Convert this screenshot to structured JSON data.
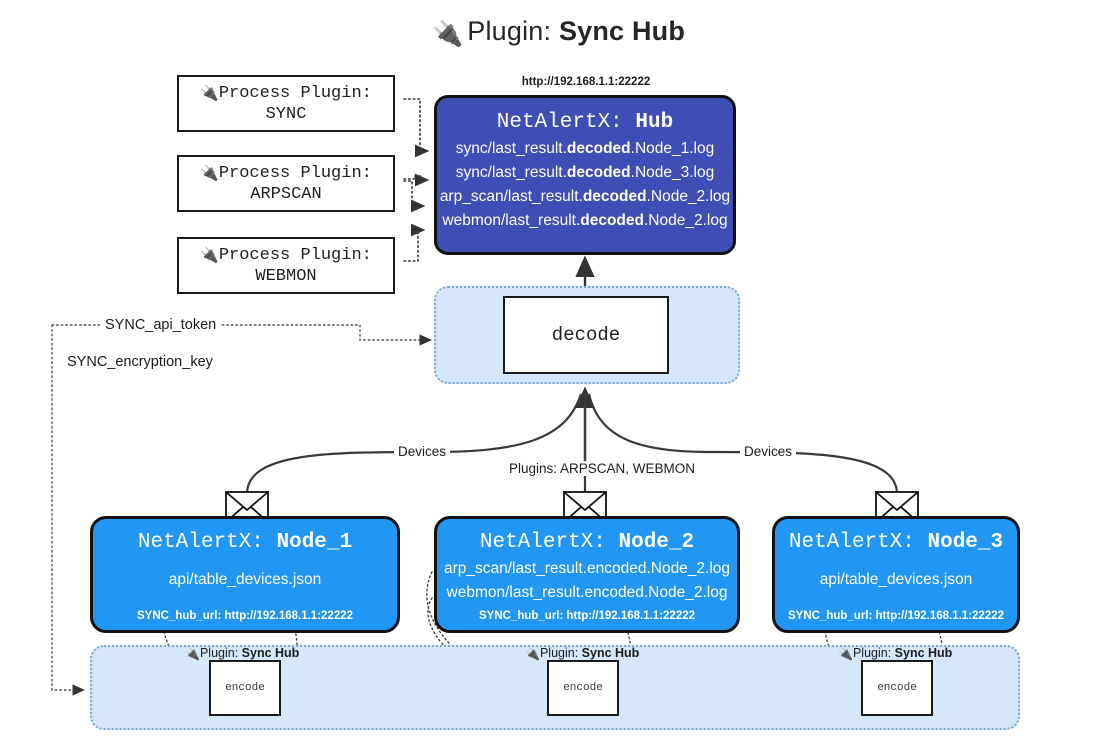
{
  "title": {
    "icon": "electric-plug",
    "prefix": "Plugin:",
    "name": "Sync Hub"
  },
  "process_plugins": [
    {
      "line1": "Process Plugin:",
      "line2": "SYNC"
    },
    {
      "line1": "Process Plugin:",
      "line2": "ARPSCAN"
    },
    {
      "line1": "Process Plugin:",
      "line2": "WEBMON"
    }
  ],
  "hub": {
    "url": "http://192.168.1.1:22222",
    "app": "NetAlertX:",
    "name": "Hub",
    "logs": [
      {
        "pre": "sync/last_result.",
        "mid": "decoded",
        "post": ".Node_1.log"
      },
      {
        "pre": "sync/last_result.",
        "mid": "decoded",
        "post": ".Node_3.log"
      },
      {
        "pre": "arp_scan/last_result.",
        "mid": "decoded",
        "post": ".Node_2.log"
      },
      {
        "pre": "webmon/last_result.",
        "mid": "decoded",
        "post": ".Node_2.log"
      }
    ]
  },
  "decode": {
    "label": "decode"
  },
  "keys": {
    "api_token": "SYNC_api_token",
    "encryption_key": "SYNC_encryption_key"
  },
  "edges": {
    "devices_left": "Devices",
    "devices_right": "Devices",
    "plugins": "Plugins: ARPSCAN, WEBMON"
  },
  "nodes": [
    {
      "app": "NetAlertX:",
      "name": "Node_1",
      "lines": [
        "api/table_devices.json"
      ],
      "hub_url": "SYNC_hub_url: http://192.168.1.1:22222",
      "icon": "envelope"
    },
    {
      "app": "NetAlertX:",
      "name": "Node_2",
      "lines": [
        "arp_scan/last_result.encoded.Node_2.log",
        "webmon/last_result.encoded.Node_2.log"
      ],
      "hub_url": "SYNC_hub_url: http://192.168.1.1:22222",
      "icon": "envelope"
    },
    {
      "app": "NetAlertX:",
      "name": "Node_3",
      "lines": [
        "api/table_devices.json"
      ],
      "hub_url": "SYNC_hub_url: http://192.168.1.1:22222",
      "icon": "envelope"
    }
  ],
  "encode_strip": [
    {
      "label_prefix": "Plugin:",
      "label_name": "Sync Hub",
      "box": "encode"
    },
    {
      "label_prefix": "Plugin:",
      "label_name": "Sync Hub",
      "box": "encode"
    },
    {
      "label_prefix": "Plugin:",
      "label_name": "Sync Hub",
      "box": "encode"
    }
  ],
  "colors": {
    "hub_fill": "#3f4eb5",
    "node_fill": "#2196f3",
    "container_fill": "#d4e7fb",
    "container_border": "#7aa7cc",
    "stroke": "#333333"
  }
}
